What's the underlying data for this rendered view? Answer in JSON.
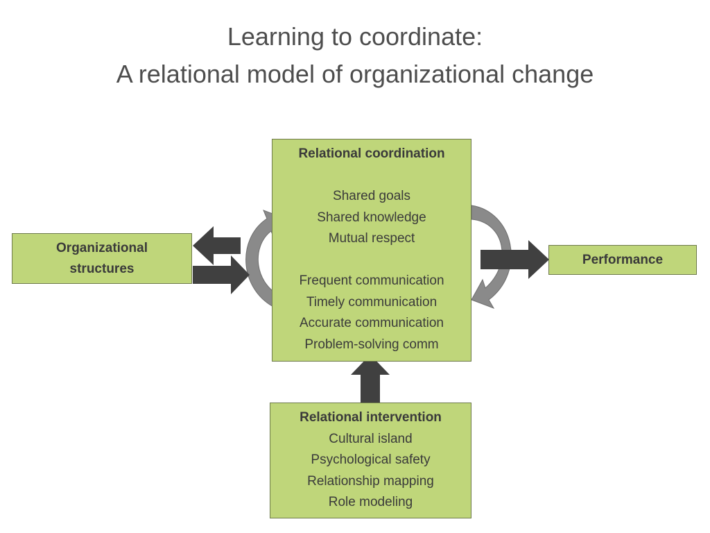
{
  "title": {
    "line1": "Learning to coordinate:",
    "line2": "A relational model of organizational change"
  },
  "center_box": {
    "heading": "Relational coordination",
    "group1": [
      "Shared goals",
      "Shared knowledge",
      "Mutual respect"
    ],
    "group2": [
      "Frequent communication",
      "Timely communication",
      "Accurate communication",
      "Problem-solving comm"
    ]
  },
  "left_box": {
    "lines": [
      "Organizational",
      "structures"
    ]
  },
  "right_box": {
    "label": "Performance"
  },
  "bottom_box": {
    "heading": "Relational intervention",
    "items": [
      "Cultural island",
      "Psychological safety",
      "Relationship mapping",
      "Role modeling"
    ]
  },
  "colors": {
    "box_fill": "#bfd67a",
    "box_border": "#6e7a4b",
    "arrow_dark": "#404040",
    "arrow_gray": "#8a8a8a",
    "title_text": "#4d4d4d"
  }
}
